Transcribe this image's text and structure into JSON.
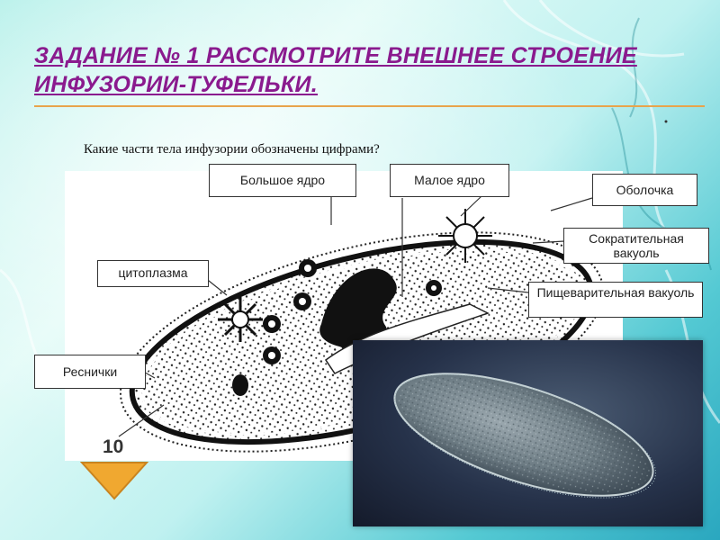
{
  "slide": {
    "title_line1": "ЗАДАНИЕ № 1 РАССМОТРИТЕ ВНЕШНЕЕ СТРОЕНИЕ",
    "title_line2": "ИНФУЗОРИИ-ТУФЕЛЬКИ.",
    "question": "Какие части тела инфузории обозначены цифрами?"
  },
  "labels": {
    "big_nucleus": "Большое ядро",
    "small_nucleus": "Малое ядро",
    "membrane": "Оболочка",
    "contractile_vacuole": "Сократительная вакуоль",
    "digestive_vacuole": "Пищеварительная вакуоль",
    "cytoplasm": "цитоплазма",
    "cilia": "Реснички"
  },
  "diagram_number": "10",
  "colors": {
    "title": "#8a1a8e",
    "title_rule": "#e8a44c",
    "arrow": "#f0a830"
  },
  "icons": {
    "next": "down-arrow-icon"
  }
}
